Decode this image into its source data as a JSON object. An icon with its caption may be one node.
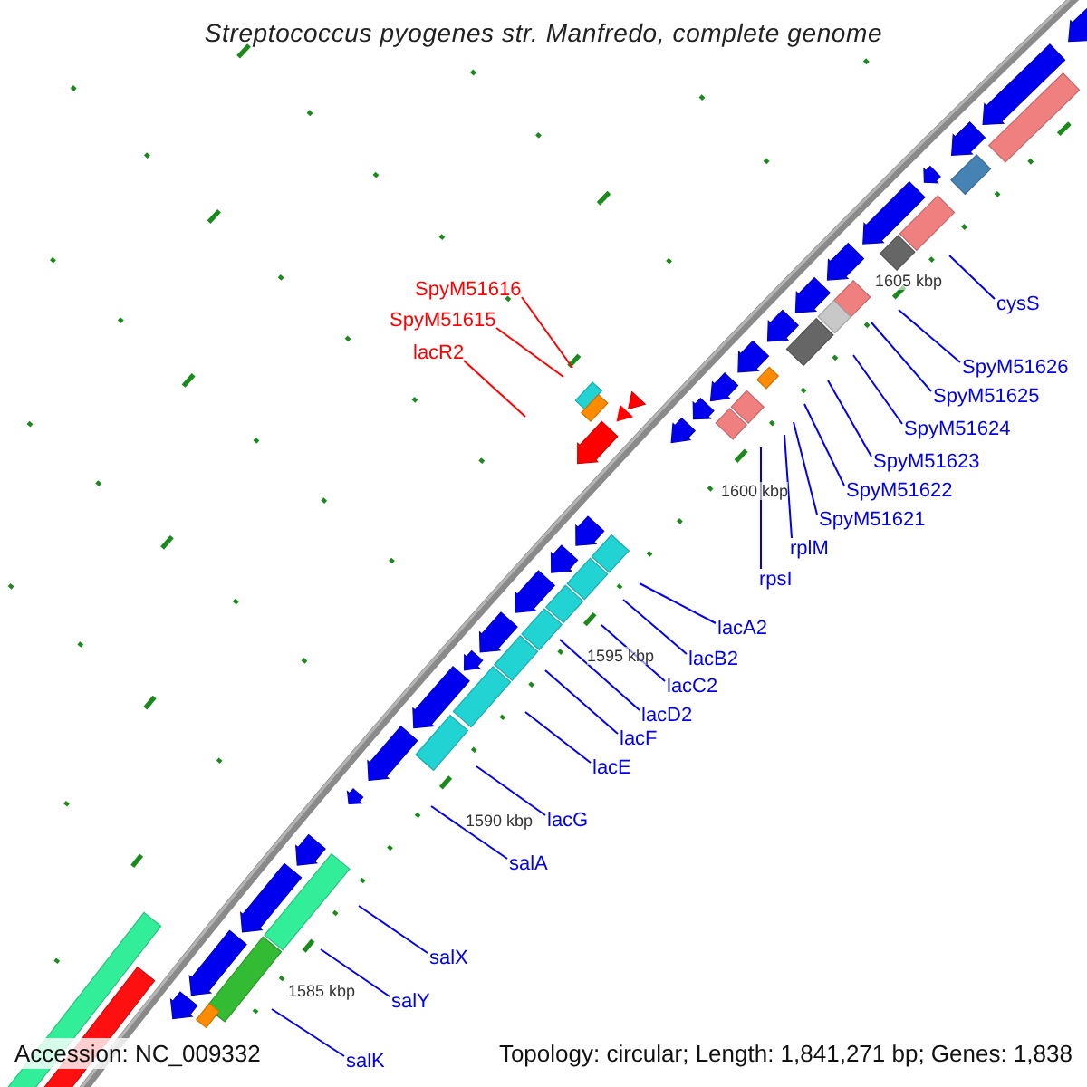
{
  "diagram": {
    "title": "Streptococcus pyogenes str. Manfredo, complete genome",
    "nodes": [
      {
        "text": [
          "SpyM51616"
        ]
      },
      {
        "text": [
          "cysS"
        ]
      },
      {
        "text": [
          "SpyM51615"
        ]
      },
      {
        "text": [
          "lacR2"
        ]
      },
      {
        "text": [
          "SpyM51626"
        ]
      },
      {
        "text": [
          "SpyM51625"
        ]
      },
      {
        "text": [
          "SpyM51624"
        ]
      },
      {
        "text": [
          "SpyM51623"
        ]
      },
      {
        "text": [
          "SpyM51622"
        ]
      },
      {
        "text": [
          "SpyM51621"
        ]
      },
      {
        "text": [
          "rplM"
        ]
      },
      {
        "text": [
          "rpsI"
        ]
      },
      {
        "text": [
          "lacA2"
        ]
      },
      {
        "text": [
          "lacB2"
        ]
      },
      {
        "text": [
          "lacC2"
        ]
      },
      {
        "text": [
          "lacD2"
        ]
      },
      {
        "text": [
          "lacF"
        ]
      },
      {
        "text": [
          "lacE"
        ]
      },
      {
        "text": [
          "lacG"
        ]
      },
      {
        "text": [
          "salA"
        ]
      },
      {
        "text": [
          "salX"
        ]
      },
      {
        "text": [
          "salY"
        ]
      },
      {
        "text": [
          "salK"
        ]
      }
    ],
    "edges": [
      {
        "from": 0,
        "to": null,
        "arrow": "none",
        "color": "#ff0000"
      },
      {
        "from": 1,
        "to": null,
        "arrow": "none"
      },
      {
        "from": 2,
        "to": null,
        "arrow": "none",
        "color": "#ff0000"
      },
      {
        "from": 3,
        "to": null,
        "arrow": "none",
        "color": "#ff0000"
      },
      {
        "from": 4,
        "to": null,
        "arrow": "none"
      },
      {
        "from": 5,
        "to": null,
        "arrow": "none"
      },
      {
        "from": 6,
        "to": null,
        "arrow": "none"
      },
      {
        "from": 7,
        "to": null,
        "arrow": "none"
      },
      {
        "from": 8,
        "to": null,
        "arrow": "none"
      },
      {
        "from": 9,
        "to": null,
        "arrow": "none"
      },
      {
        "from": 10,
        "to": null,
        "arrow": "none"
      },
      {
        "from": 11,
        "to": null,
        "arrow": "none"
      },
      {
        "from": 12,
        "to": null,
        "arrow": "none"
      },
      {
        "from": 13,
        "to": null,
        "arrow": "none"
      },
      {
        "from": 14,
        "to": null,
        "arrow": "none"
      },
      {
        "from": 15,
        "to": null,
        "arrow": "none"
      },
      {
        "from": 16,
        "to": null,
        "arrow": "none"
      },
      {
        "from": 17,
        "to": null,
        "arrow": "none"
      },
      {
        "from": 18,
        "to": null,
        "arrow": "none"
      },
      {
        "from": 19,
        "to": null,
        "arrow": "none"
      },
      {
        "from": 20,
        "to": null,
        "arrow": "none"
      },
      {
        "from": 21,
        "to": null,
        "arrow": "none"
      },
      {
        "from": 22,
        "to": null,
        "arrow": "none"
      }
    ],
    "labels": [
      "1605 kbp",
      "1600 kbp",
      "1595 kbp",
      "1590 kbp",
      "1585 kbp",
      "Accession: NC_009332",
      "Topology: circular; Length: 1,841,271 bp; Genes: 1,838"
    ]
  }
}
